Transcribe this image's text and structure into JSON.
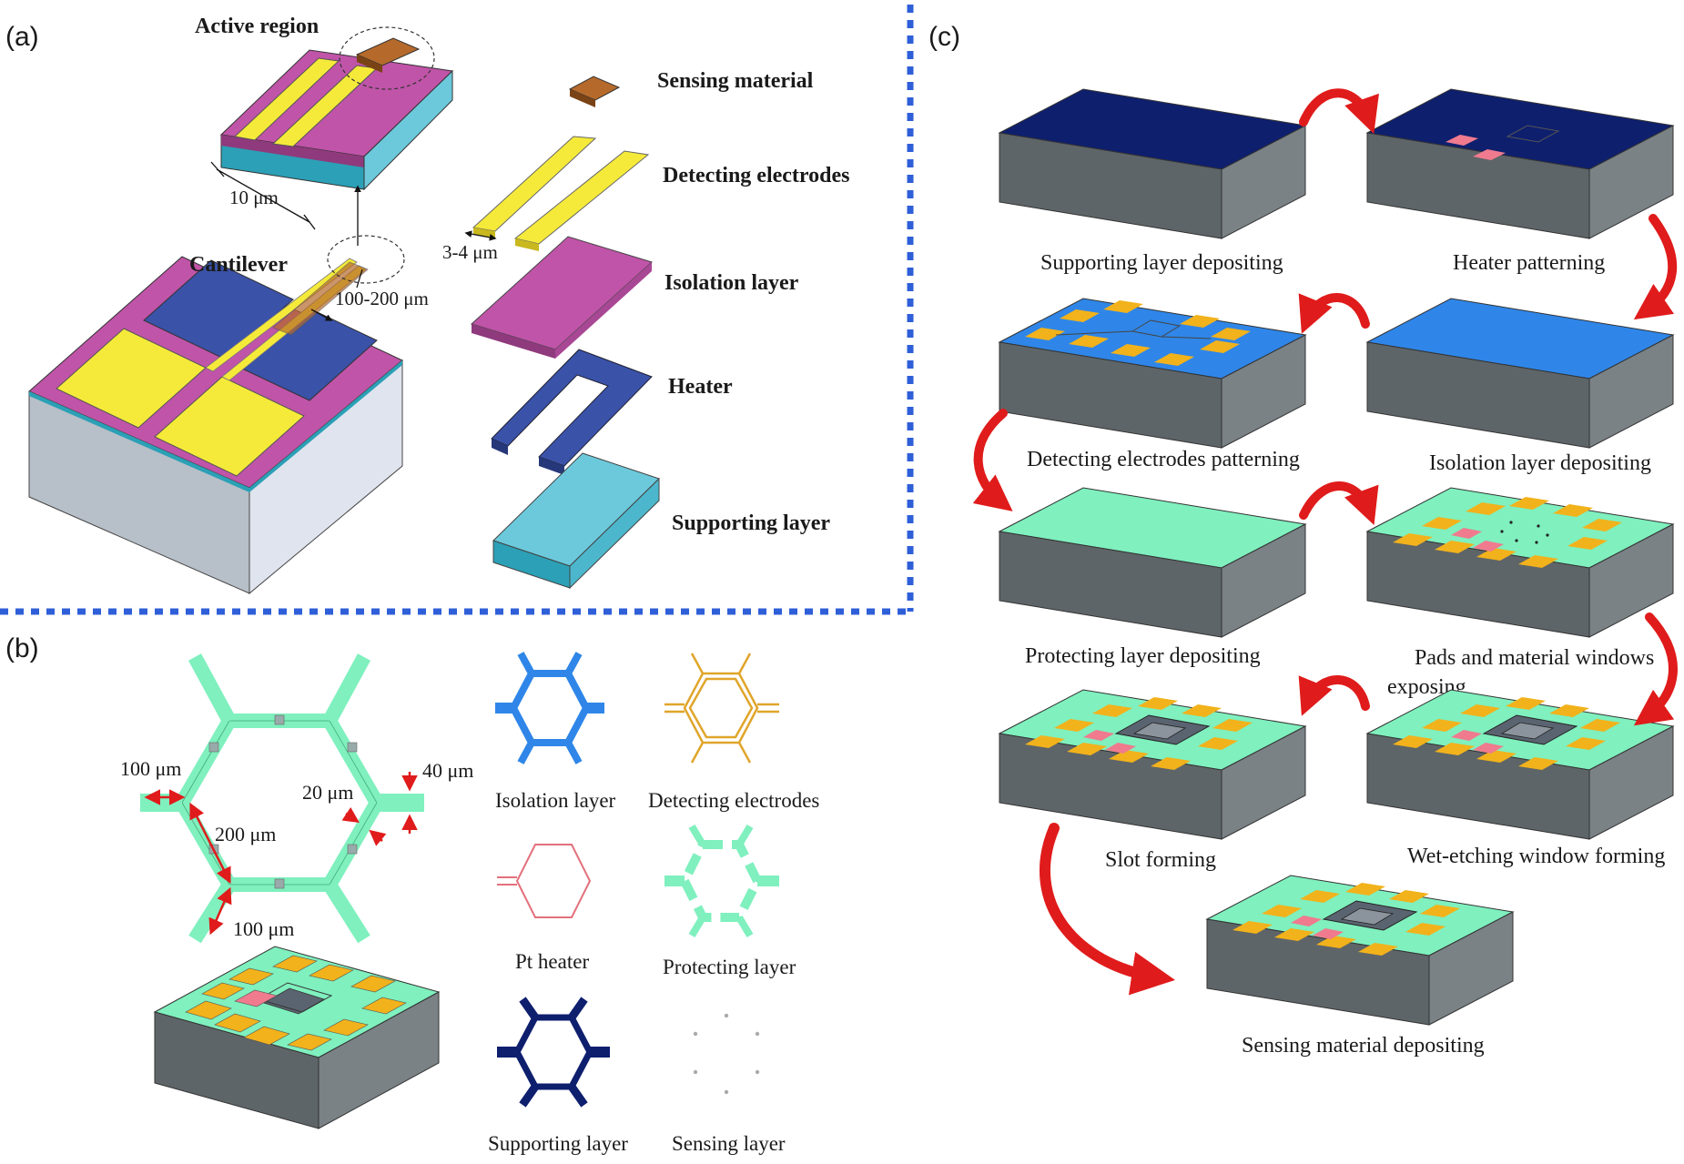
{
  "panels": {
    "a": {
      "tag": "(a)",
      "active_region": "Active region",
      "cantilever": "Cantilever",
      "dim_10um": "10 μm",
      "dim_3_4um": "3-4 μm",
      "dim_100_200um": "100-200 μm",
      "layers": [
        "Sensing material",
        "Detecting electrodes",
        "Isolation layer",
        "Heater",
        "Supporting layer"
      ]
    },
    "b": {
      "tag": "(b)",
      "dim_100um_left": "100 μm",
      "dim_200um": "200 μm",
      "dim_100um_bottom": "100 μm",
      "dim_20um": "20 μm",
      "dim_40um": "40 μm",
      "legend": [
        "Isolation layer",
        "Detecting electrodes",
        "Pt heater",
        "Protecting layer",
        "Supporting layer",
        "Sensing layer"
      ]
    },
    "c": {
      "tag": "(c)",
      "steps": [
        "Supporting layer depositing",
        "Heater patterning",
        "Detecting electrodes patterning",
        "Isolation layer depositing",
        "Protecting layer depositing",
        "Pads and material windows",
        "exposing",
        "Slot forming",
        "Wet-etching window forming",
        "Sensing material depositing"
      ]
    }
  },
  "colors": {
    "divider": "#2f5fd8",
    "arrow": "#e01b1b",
    "supporting": "#0e1f6e",
    "isolation": "#2f86e8",
    "protecting": "#7ff0be",
    "pad": "#f2b21b",
    "heater_pad": "#f07a8e",
    "magenta": "#c054a8",
    "yellow": "#f5ea3a",
    "cyan": "#6cc9dc",
    "brown": "#b56a2b"
  }
}
